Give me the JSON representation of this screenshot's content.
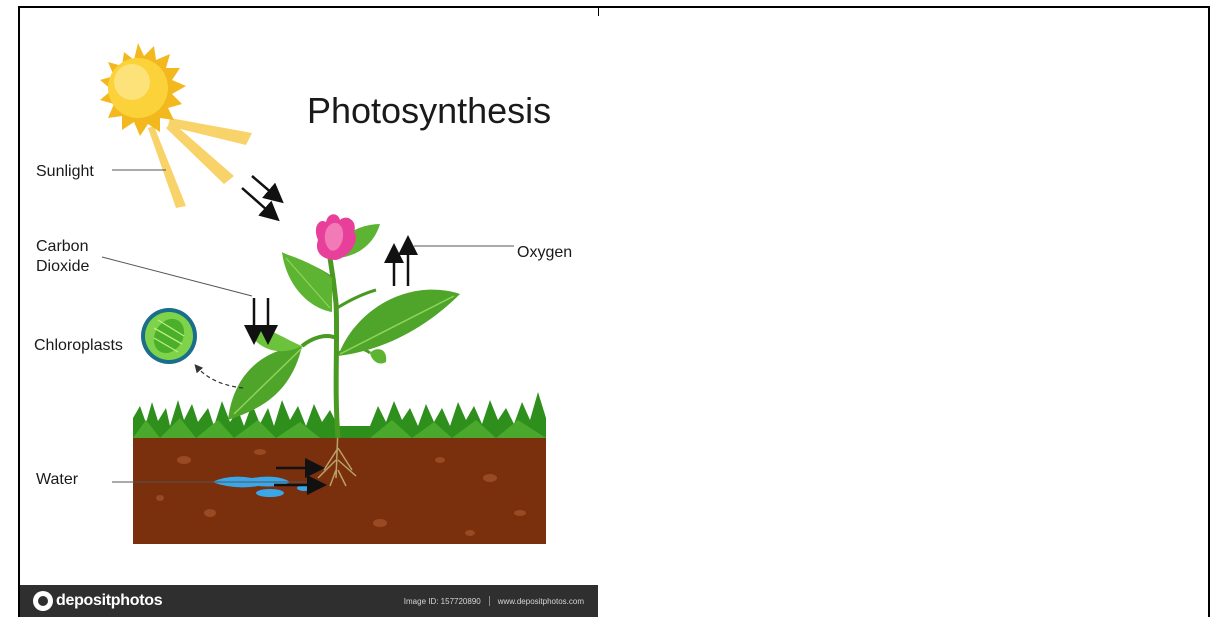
{
  "title": "Photosynthesis",
  "labels": {
    "sunlight": "Sunlight",
    "carbon": "Carbon",
    "dioxide": "Dioxide",
    "oxygen": "Oxygen",
    "chloroplasts": "Chloroplasts",
    "water": "Water"
  },
  "watermark": "depositphotos",
  "footer": {
    "brand": "depositphotos",
    "image_id": "Image ID: 157720890",
    "site": "www.depositphotos.com"
  },
  "colors": {
    "sun": "#f6c325",
    "soil": "#7a2f0d",
    "leaf": "#4fa52a",
    "grass": "#2e8f1c",
    "water": "#3aa8e8",
    "flower": "#e8409a",
    "footer_bg": "#2f2f2f"
  }
}
